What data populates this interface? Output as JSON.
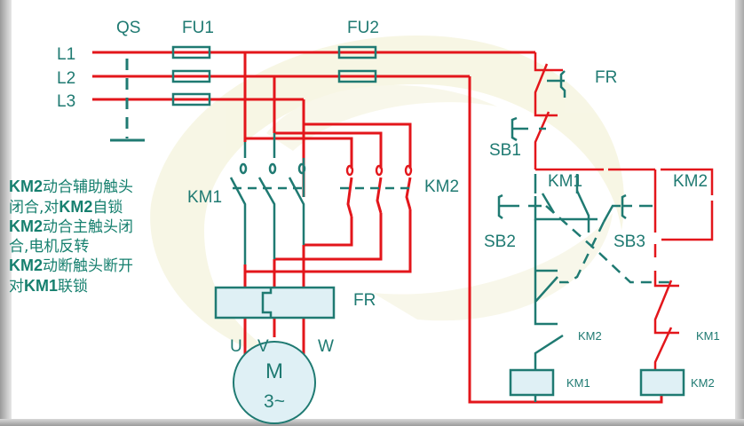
{
  "colors": {
    "power_wire": "#e3161b",
    "control_wire": "#1f7a72",
    "component_fill": "#dff0f5",
    "text": "#1f7a72",
    "note_text": "#17806f",
    "watermark": "#f3f1d8"
  },
  "labels": {
    "qs": "QS",
    "fu1": "FU1",
    "fu2": "FU2",
    "l1": "L1",
    "l2": "L2",
    "l3": "L3",
    "km1_main": "KM1",
    "km2_main": "KM2",
    "fr_main": "FR",
    "u": "U",
    "v": "V",
    "w": "W",
    "motor_m": "M",
    "motor_phase": "3~",
    "fr_ctrl": "FR",
    "sb1": "SB1",
    "sb2": "SB2",
    "sb3": "SB3",
    "km1_aux": "KM1",
    "km2_aux": "KM2",
    "km2_interlock": "KM2",
    "km1_interlock": "KM1",
    "km1_coil": "KM1",
    "km2_coil": "KM2"
  },
  "note": {
    "lines": [
      [
        {
          "t": "KM2",
          "b": true
        },
        {
          "t": "动合辅助触头",
          "b": false
        }
      ],
      [
        {
          "t": "闭合,对",
          "b": false
        },
        {
          "t": "KM2",
          "b": true
        },
        {
          "t": "自锁",
          "b": false
        }
      ],
      [
        {
          "t": "KM2",
          "b": true
        },
        {
          "t": "动合主触头闭",
          "b": false
        }
      ],
      [
        {
          "t": "合,电机反转",
          "b": false
        }
      ],
      [
        {
          "t": "KM2",
          "b": true
        },
        {
          "t": "动断触头断开",
          "b": false
        }
      ],
      [
        {
          "t": "对",
          "b": false
        },
        {
          "t": "KM1",
          "b": true
        },
        {
          "t": "联锁",
          "b": false
        }
      ]
    ]
  }
}
